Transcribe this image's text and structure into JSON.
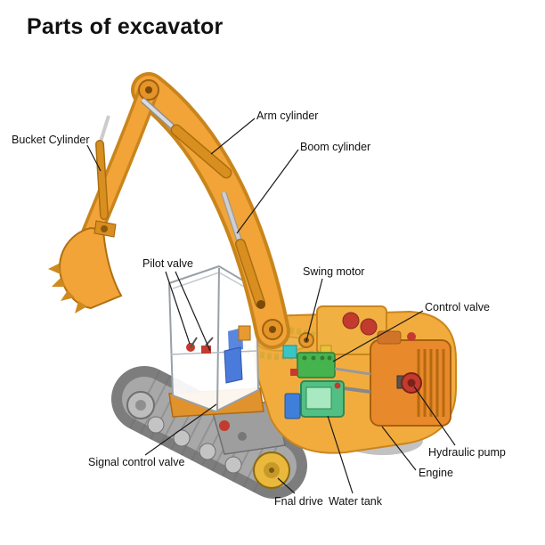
{
  "title": "Parts of excavator",
  "labels": {
    "arm_cylinder": "Arm cylinder",
    "bucket_cylinder": "Bucket Cylinder",
    "boom_cylinder": "Boom cylinder",
    "pilot_valve": "Pilot valve",
    "swing_motor": "Swing motor",
    "control_valve": "Control valve",
    "signal_control_valve": "Signal control valve",
    "hydraulic_pump": "Hydraulic pump",
    "engine": "Engine",
    "final_drive": "Fnal drive",
    "water_tank": "Water tank"
  },
  "colors": {
    "machine_orange": "#F2A438",
    "machine_orange_dark": "#C9851C",
    "body_yellow": "#F2AC3E",
    "engine_orange": "#E8892B",
    "track_gray": "#7D7D7D",
    "track_inner_gray": "#A8A8A8",
    "valve_green": "#46B44E",
    "tank_green": "#52C084",
    "pump_red": "#C23B2E",
    "component_blue": "#3D7FD9",
    "component_cyan": "#3BC4C4",
    "drive_yellow": "#E9B83D"
  }
}
